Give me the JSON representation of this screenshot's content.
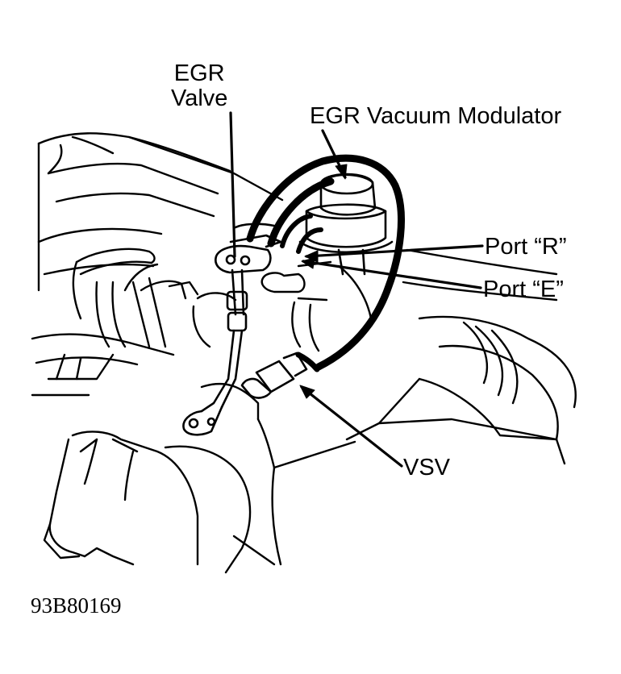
{
  "labels": {
    "egr_valve_line1": "EGR",
    "egr_valve_line2": "Valve",
    "modulator": "EGR Vacuum Modulator",
    "port_r": "Port “R”",
    "port_e": "Port “E”",
    "vsv": "VSV"
  },
  "figure_id": "93B80169",
  "colors": {
    "ink": "#000000",
    "paper": "#ffffff"
  }
}
